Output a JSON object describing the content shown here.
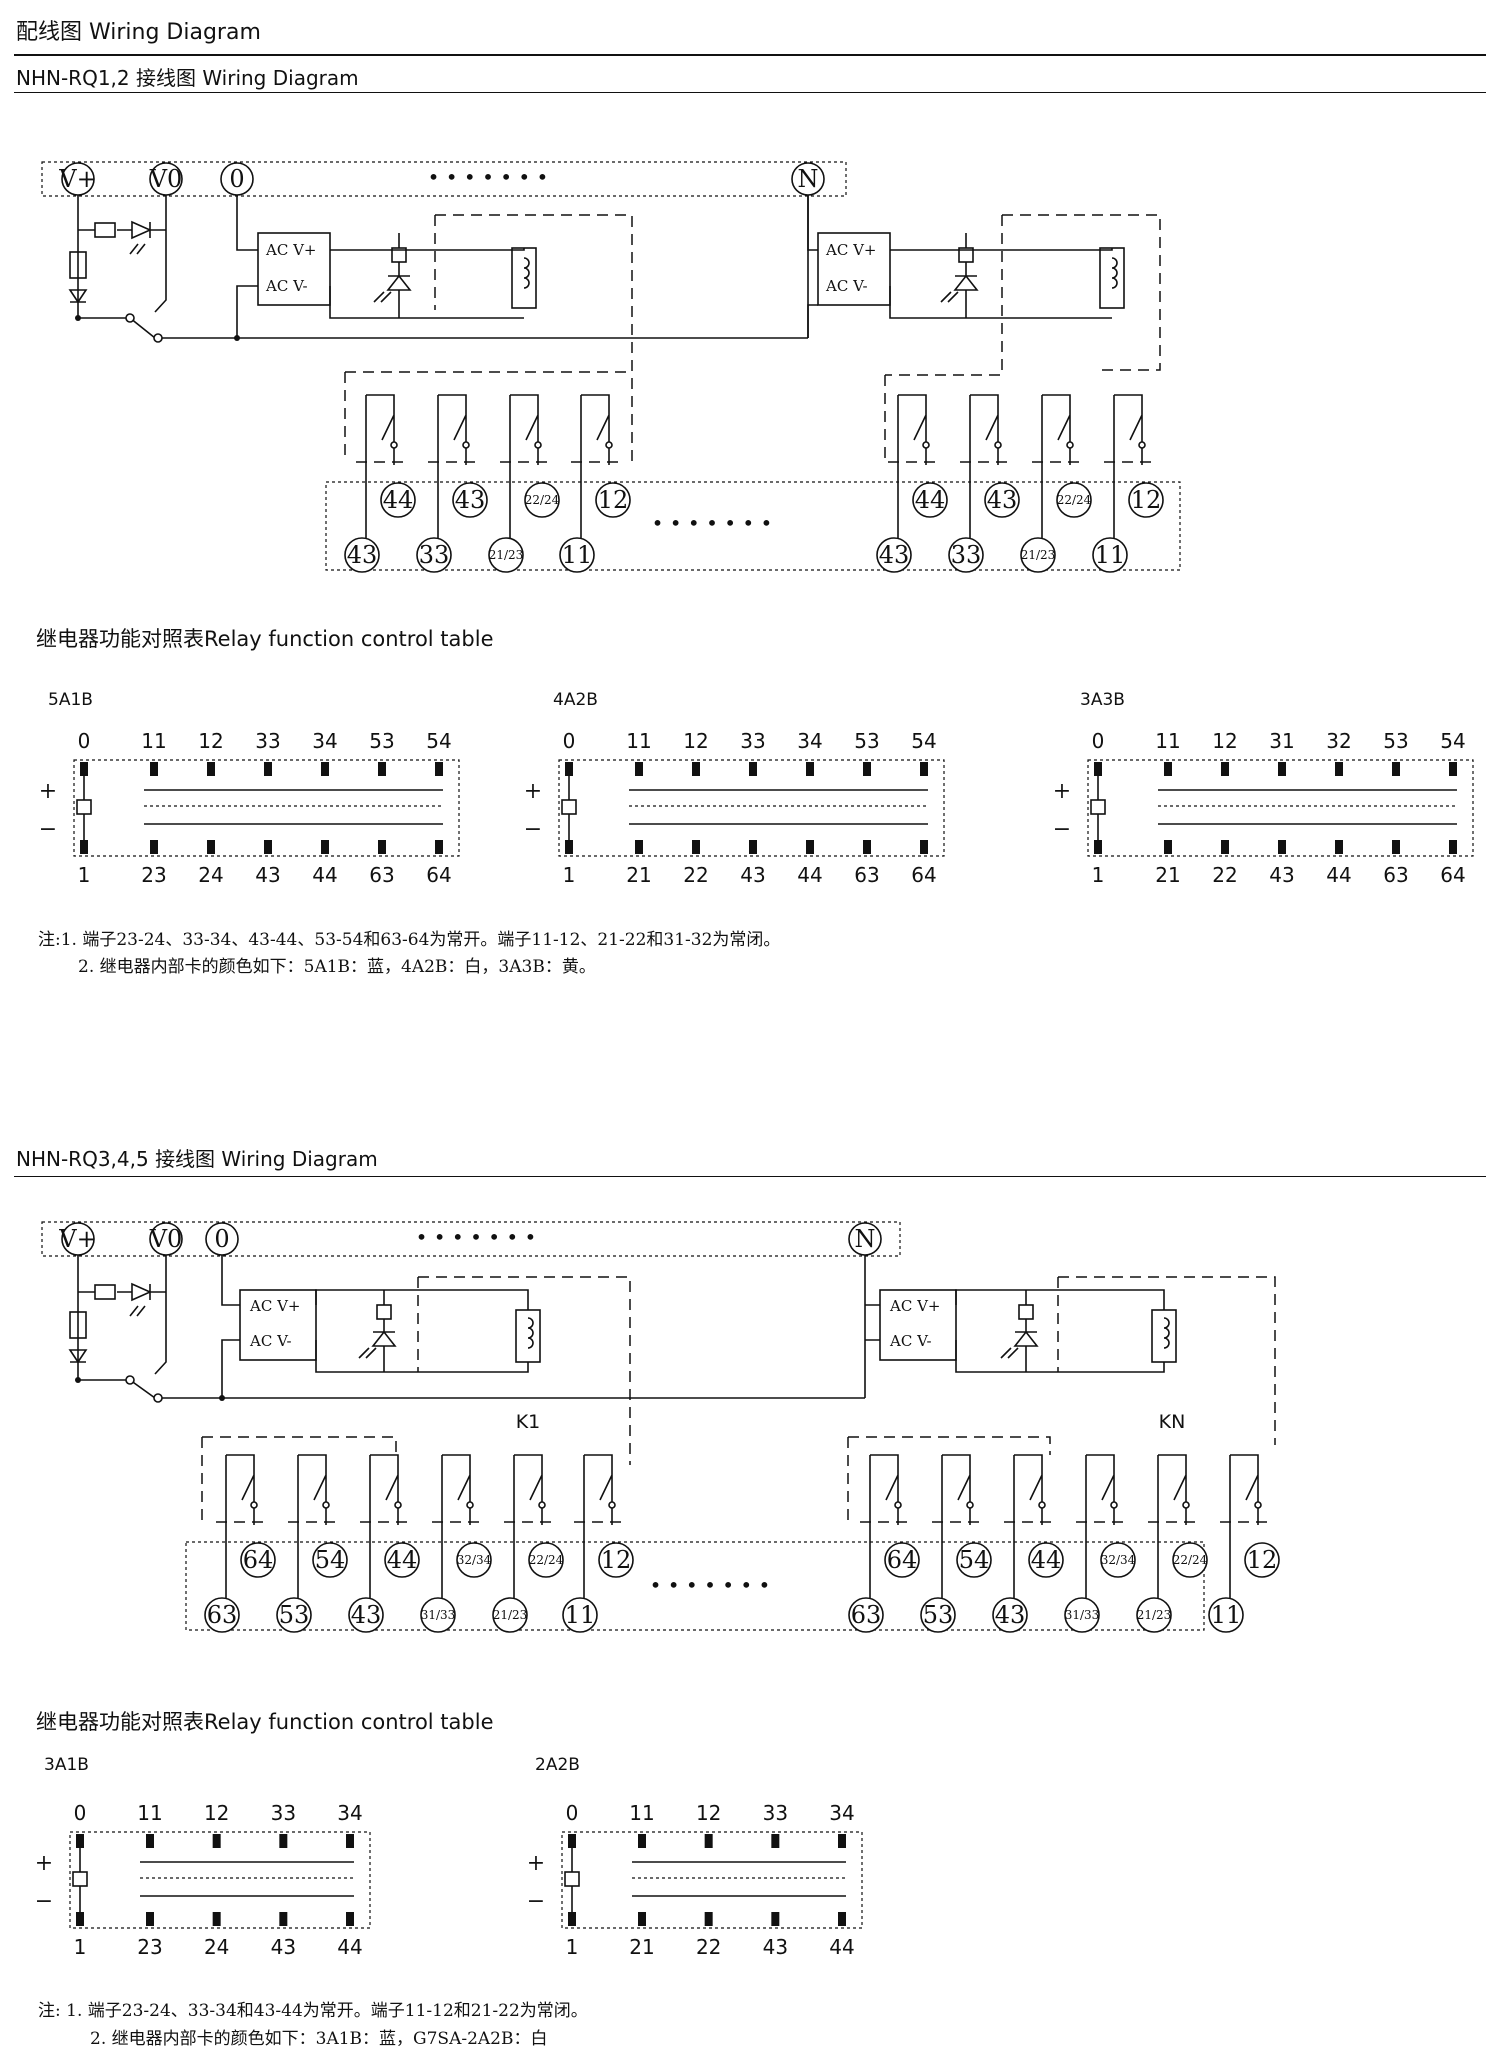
{
  "header": {
    "title": "配线图 Wiring Diagram"
  },
  "section1": {
    "subtitle": "NHN-RQ1,2 接线图 Wiring Diagram",
    "bus_terminals": [
      "V+",
      "V0",
      "0",
      "N"
    ],
    "bus_ellipsis": "• • • • • • •",
    "ac_labels": [
      "AC  V+",
      "AC  V-"
    ],
    "top_row": [
      "44",
      "43",
      "22/24",
      "12"
    ],
    "bottom_row": [
      "43",
      "33",
      "21/23",
      "11"
    ],
    "row_ellipsis": "• • • • • • •"
  },
  "table1": {
    "title": "继电器功能对照表Relay function control table",
    "tables": [
      {
        "name": "5A1B",
        "top": [
          "0",
          "11",
          "12",
          "33",
          "34",
          "53",
          "54"
        ],
        "bottom": [
          "1",
          "23",
          "24",
          "43",
          "44",
          "63",
          "64"
        ]
      },
      {
        "name": "4A2B",
        "top": [
          "0",
          "11",
          "12",
          "33",
          "34",
          "53",
          "54"
        ],
        "bottom": [
          "1",
          "21",
          "22",
          "43",
          "44",
          "63",
          "64"
        ]
      },
      {
        "name": "3A3B",
        "top": [
          "0",
          "11",
          "12",
          "31",
          "32",
          "53",
          "54"
        ],
        "bottom": [
          "1",
          "21",
          "22",
          "43",
          "44",
          "63",
          "64"
        ]
      }
    ],
    "plus": "+",
    "minus": "−"
  },
  "notes1": {
    "line1": "注:1. 端子23-24、33-34、43-44、53-54和63-64为常开。端子11-12、21-22和31-32为常闭。",
    "line2": "2. 继电器内部卡的颜色如下：5A1B：蓝，4A2B：白，3A3B：黄。"
  },
  "section2": {
    "subtitle": "NHN-RQ3,4,5 接线图 Wiring Diagram",
    "bus_terminals": [
      "V+",
      "V0",
      "0",
      "N"
    ],
    "bus_ellipsis": "• • • • • • •",
    "ac_labels": [
      "AC  V+",
      "AC  V-"
    ],
    "group_labels": [
      "K1",
      "KN"
    ],
    "top_row_left": [
      "64",
      "54",
      "44",
      "32/34",
      "22/24",
      "12"
    ],
    "bottom_row_left": [
      "63",
      "53",
      "43",
      "31/33",
      "21/23",
      "11"
    ],
    "top_row_right": [
      "64",
      "54",
      "44",
      "32/34",
      "22/24",
      "12"
    ],
    "bottom_row_right": [
      "63",
      "53",
      "43",
      "31/33",
      "21/23",
      "11"
    ],
    "row_ellipsis": "• • • • • • •"
  },
  "table2": {
    "title": "继电器功能对照表Relay function control table",
    "tables": [
      {
        "name": "3A1B",
        "top": [
          "0",
          "11",
          "12",
          "33",
          "34"
        ],
        "bottom": [
          "1",
          "23",
          "24",
          "43",
          "44"
        ]
      },
      {
        "name": "2A2B",
        "top": [
          "0",
          "11",
          "12",
          "33",
          "34"
        ],
        "bottom": [
          "1",
          "21",
          "22",
          "43",
          "44"
        ]
      }
    ],
    "plus": "+",
    "minus": "−"
  },
  "notes2": {
    "line1": "注: 1. 端子23-24、33-34和43-44为常开。端子11-12和21-22为常闭。",
    "line2": "2. 继电器内部卡的颜色如下：3A1B：蓝，G7SA-2A2B：白"
  }
}
